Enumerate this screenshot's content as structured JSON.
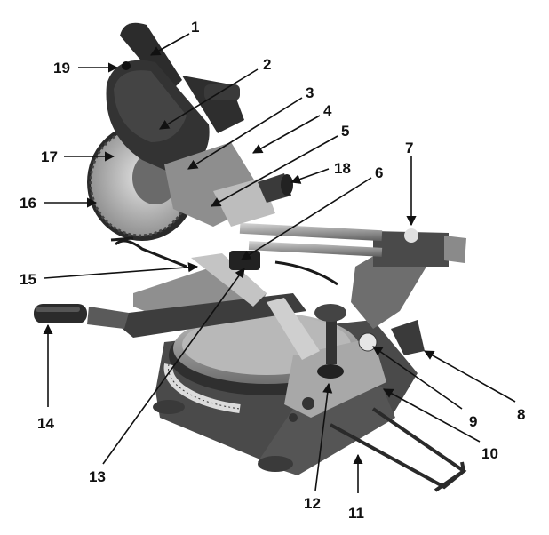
{
  "diagram": {
    "subject": "sliding compound miter saw (parts diagram)",
    "callouts": [
      {
        "label": "1"
      },
      {
        "label": "2"
      },
      {
        "label": "3"
      },
      {
        "label": "4"
      },
      {
        "label": "5"
      },
      {
        "label": "6"
      },
      {
        "label": "7"
      },
      {
        "label": "8"
      },
      {
        "label": "9"
      },
      {
        "label": "10"
      },
      {
        "label": "11"
      },
      {
        "label": "12"
      },
      {
        "label": "13"
      },
      {
        "label": "14"
      },
      {
        "label": "15"
      },
      {
        "label": "16"
      },
      {
        "label": "17"
      },
      {
        "label": "18"
      },
      {
        "label": "19"
      }
    ]
  }
}
